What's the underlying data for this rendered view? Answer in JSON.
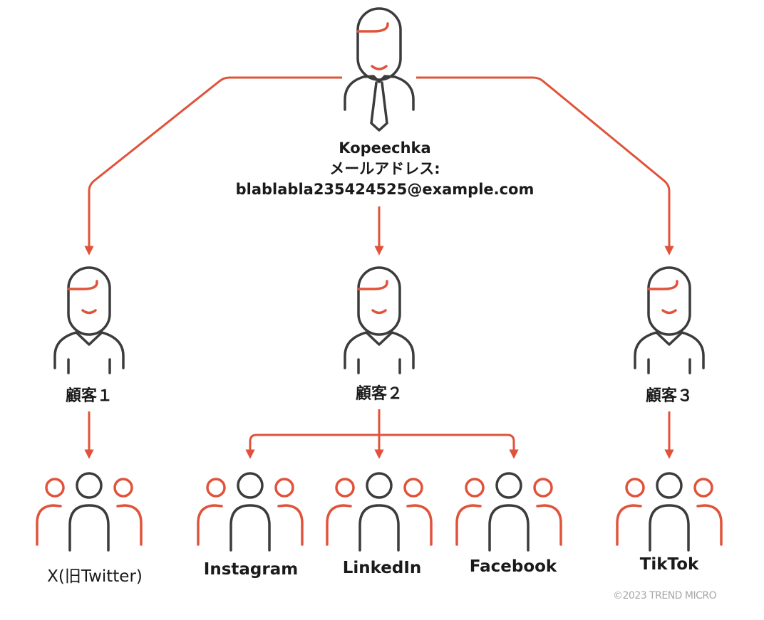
{
  "colors": {
    "accent": "#e0533a",
    "outline": "#3c3c3c",
    "text": "#1a1a1a",
    "muted": "#a6a6a6"
  },
  "root": {
    "icon": "businessman-icon",
    "name": "Kopeechka",
    "email_label": "メールアドレス:",
    "email": "blablabla235424525@example.com"
  },
  "customers": [
    {
      "icon": "person-icon",
      "label": "顧客１"
    },
    {
      "icon": "person-icon",
      "label": "顧客２"
    },
    {
      "icon": "person-icon",
      "label": "顧客３"
    }
  ],
  "platforms": [
    {
      "icon": "group-icon",
      "label": "X(旧Twitter)",
      "customer": 1
    },
    {
      "icon": "group-icon",
      "label": "Instagram",
      "customer": 2
    },
    {
      "icon": "group-icon",
      "label": "LinkedIn",
      "customer": 2
    },
    {
      "icon": "group-icon",
      "label": "Facebook",
      "customer": 2
    },
    {
      "icon": "group-icon",
      "label": "TikTok",
      "customer": 3
    }
  ],
  "footer": {
    "copyright": "©2023 TREND MICRO"
  }
}
